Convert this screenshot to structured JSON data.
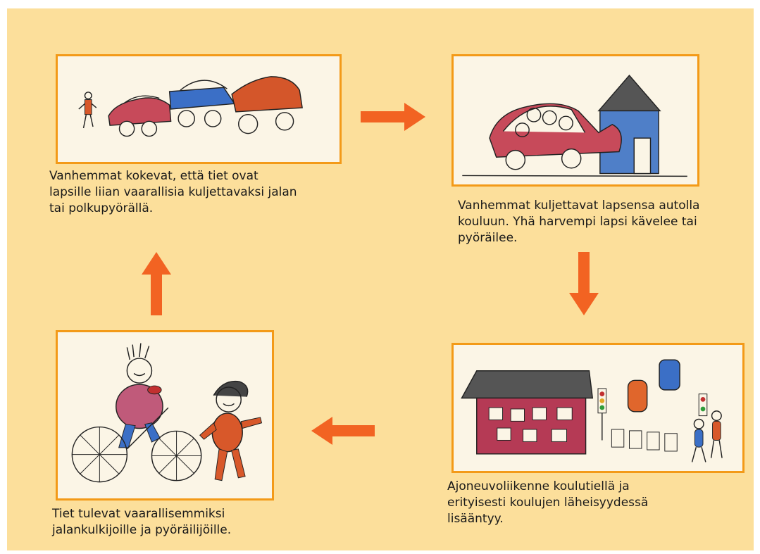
{
  "steps": [
    {
      "caption": "Vanhemmat kokevat, että tiet ovat\nlapsille liian vaarallisia kuljettavaksi jalan\ntai polkupyörällä."
    },
    {
      "caption": "Vanhemmat kuljettavat lapsensa autolla\nkouluun. Yhä harvempi lapsi kävelee tai\npyöräilee."
    },
    {
      "caption": "Ajoneuvoliikenne koulutiellä ja\nerityisesti koulujen läheisyydessä\nlisääntyy."
    },
    {
      "caption": "Tiet tulevat vaarallisemmiksi\njalankulkijoille ja pyöräilijöille."
    }
  ],
  "colors": {
    "background": "#fcdf9b",
    "panel_border": "#f39a18",
    "arrow": "#f26322"
  }
}
